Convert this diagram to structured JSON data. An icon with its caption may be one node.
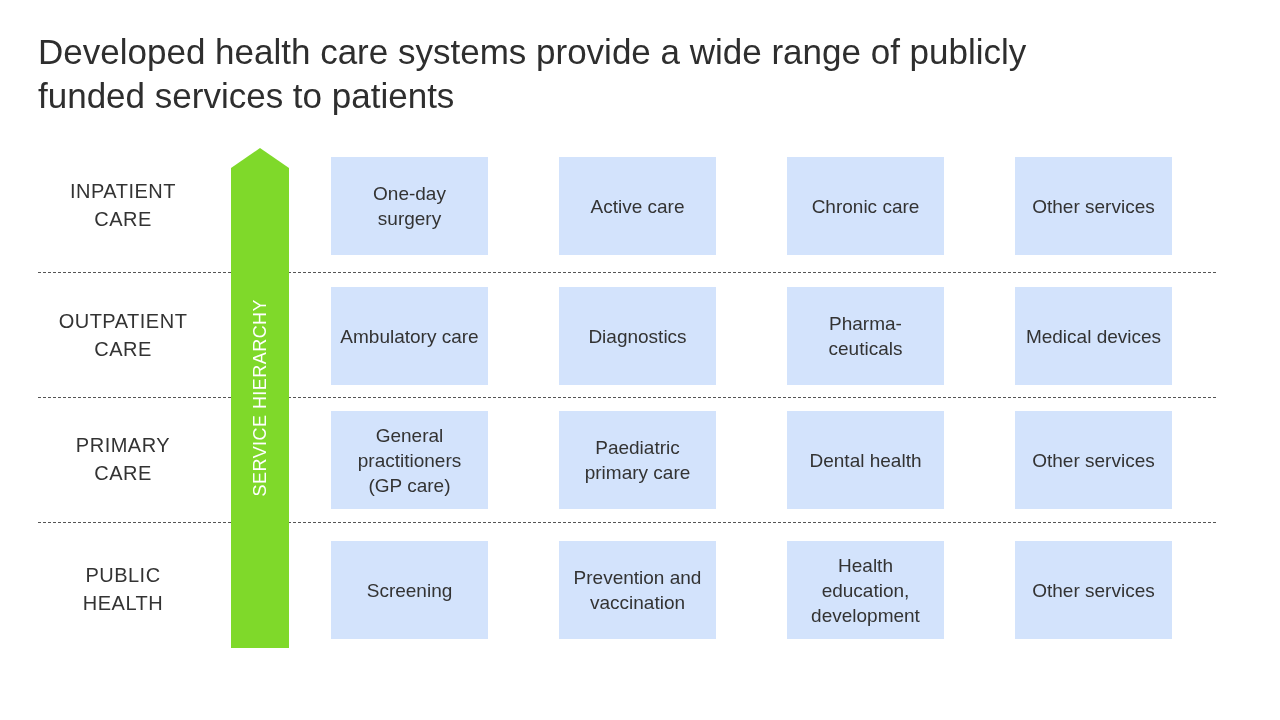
{
  "diagram": {
    "title": "Developed health care systems provide a wide range of publicly funded services to patients",
    "nodes": [
      {
        "text": [
          "SERVICE HIERARCHY"
        ]
      },
      {
        "text": [
          "One-day surgery"
        ]
      },
      {
        "text": [
          "Active care"
        ]
      },
      {
        "text": [
          "Chronic care"
        ]
      },
      {
        "text": [
          "Other services"
        ]
      },
      {
        "text": [
          "Ambulatory care"
        ]
      },
      {
        "text": [
          "Diagnostics"
        ]
      },
      {
        "text": [
          "Pharma- ceuticals"
        ]
      },
      {
        "text": [
          "Medical devices"
        ]
      },
      {
        "text": [
          "General practitioners (GP care)"
        ]
      },
      {
        "text": [
          "Paediatric primary care"
        ]
      },
      {
        "text": [
          "Dental health"
        ]
      },
      {
        "text": [
          "Other services"
        ]
      },
      {
        "text": [
          "Screening"
        ]
      },
      {
        "text": [
          "Prevention and vaccination"
        ]
      },
      {
        "text": [
          "Health education, development"
        ]
      },
      {
        "text": [
          "Other services"
        ]
      }
    ],
    "edges": [],
    "labels": [
      "INPATIENT CARE",
      "OUTPATIENT CARE",
      "PRIMARY CARE",
      "PUBLIC HEALTH"
    ]
  }
}
